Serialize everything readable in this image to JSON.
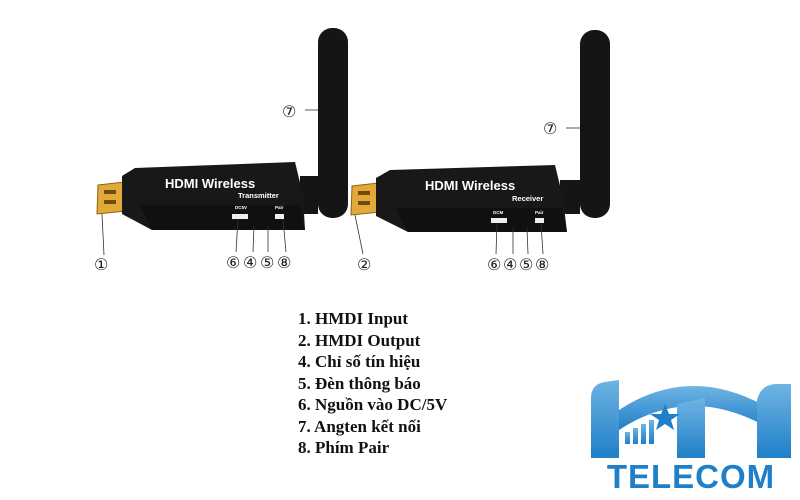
{
  "transmitter": {
    "title": "HDMI Wireless",
    "subtitle": "Transmitter",
    "port_label": "DC5V",
    "button_label": "Pair"
  },
  "receiver": {
    "title": "HDMI Wireless",
    "subtitle": "Receiver",
    "port_label": "DCM",
    "button_label": "Pair"
  },
  "callouts": {
    "hdmi_input": "①",
    "hdmi_output": "②",
    "signal": "④",
    "notify": "⑤",
    "power": "⑥",
    "antenna": "⑦",
    "pair": "⑧"
  },
  "legend": [
    "1. HMDI Input",
    "2. HMDI Output",
    "4. Chỉ số tín hiệu",
    "5. Đèn thông báo",
    "6. Nguồn vào DC/5V",
    "7. Angten kết nối",
    "8. Phím Pair"
  ],
  "logo": {
    "text": "TELECOM",
    "color_primary": "#1f7fc8",
    "color_secondary": "#6fb4e3"
  }
}
